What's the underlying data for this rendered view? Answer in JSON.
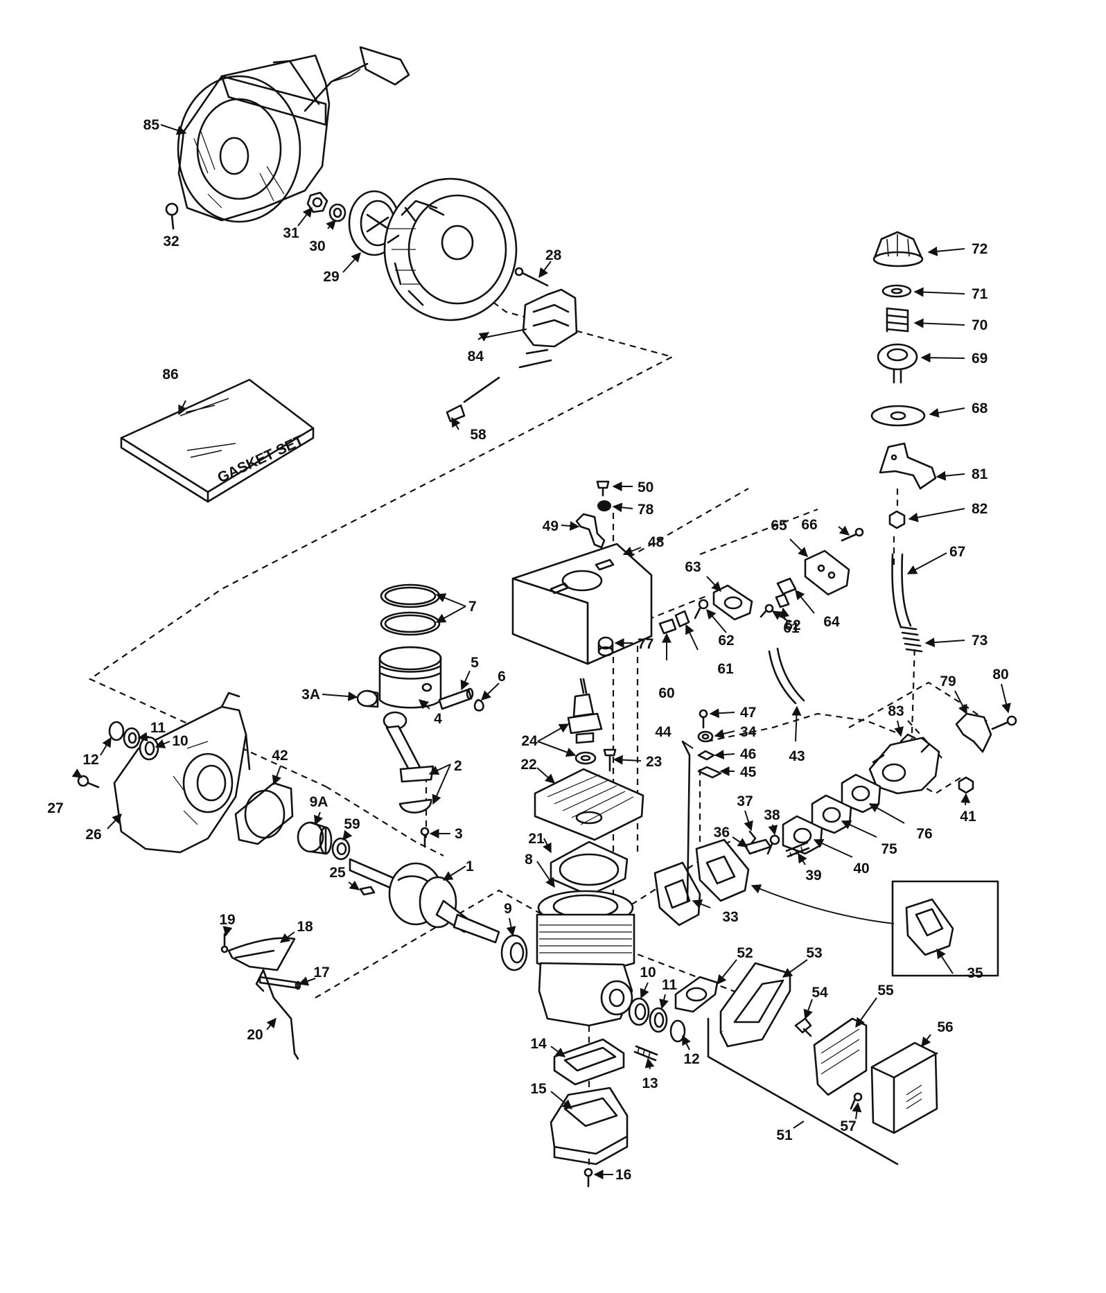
{
  "diagram": {
    "box_text": "GASKET SET",
    "callouts": [
      "85",
      "32",
      "31",
      "30",
      "29",
      "28",
      "84",
      "58",
      "86",
      "72",
      "71",
      "70",
      "69",
      "68",
      "81",
      "82",
      "67",
      "73",
      "80",
      "79",
      "83",
      "41",
      "76",
      "75",
      "40",
      "39",
      "38",
      "37",
      "36",
      "35",
      "33",
      "66",
      "65",
      "64",
      "63",
      "61",
      "62",
      "60",
      "43",
      "44",
      "47",
      "34",
      "46",
      "45",
      "50",
      "78",
      "49",
      "48",
      "77",
      "24",
      "23",
      "22",
      "21",
      "8",
      "9",
      "10",
      "11",
      "12",
      "13",
      "14",
      "15",
      "16",
      "52",
      "53",
      "54",
      "55",
      "56",
      "57",
      "51",
      "7",
      "5",
      "6",
      "3A",
      "4",
      "2",
      "3",
      "1",
      "25",
      "59",
      "9A",
      "42",
      "26",
      "27",
      "12",
      "11",
      "10",
      "19",
      "18",
      "17",
      "20"
    ]
  }
}
